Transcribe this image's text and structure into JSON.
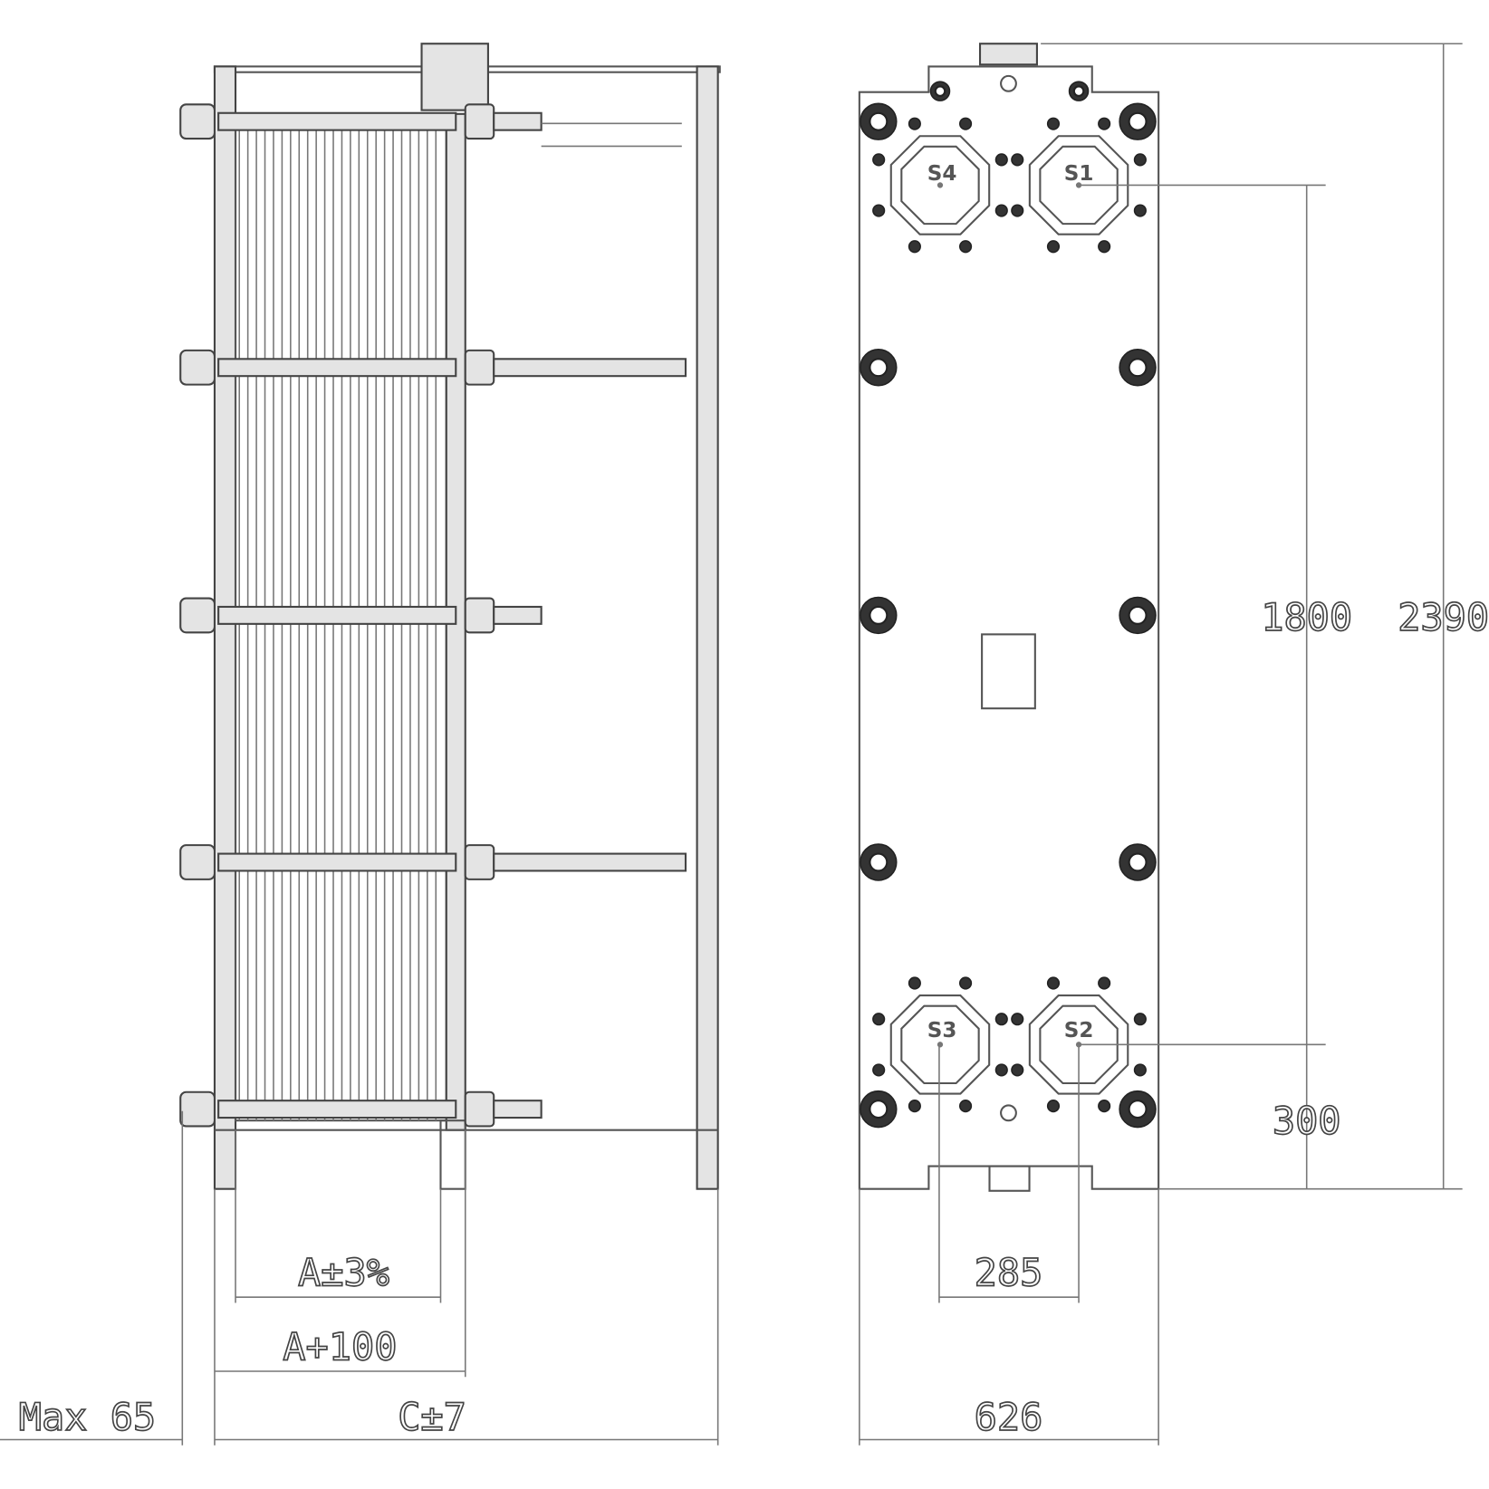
{
  "dimensions": {
    "plate_pack": "A±3%",
    "frame_length": "A+100",
    "overall_length": "C±7",
    "max_overhang": "Max 65",
    "width": "626",
    "port_spacing": "285",
    "port_centers_vertical": "1800",
    "total_height": "2390",
    "bottom_port_height": "300"
  },
  "ports": {
    "top_left": "S4",
    "top_right": "S1",
    "bottom_left": "S3",
    "bottom_right": "S2"
  }
}
